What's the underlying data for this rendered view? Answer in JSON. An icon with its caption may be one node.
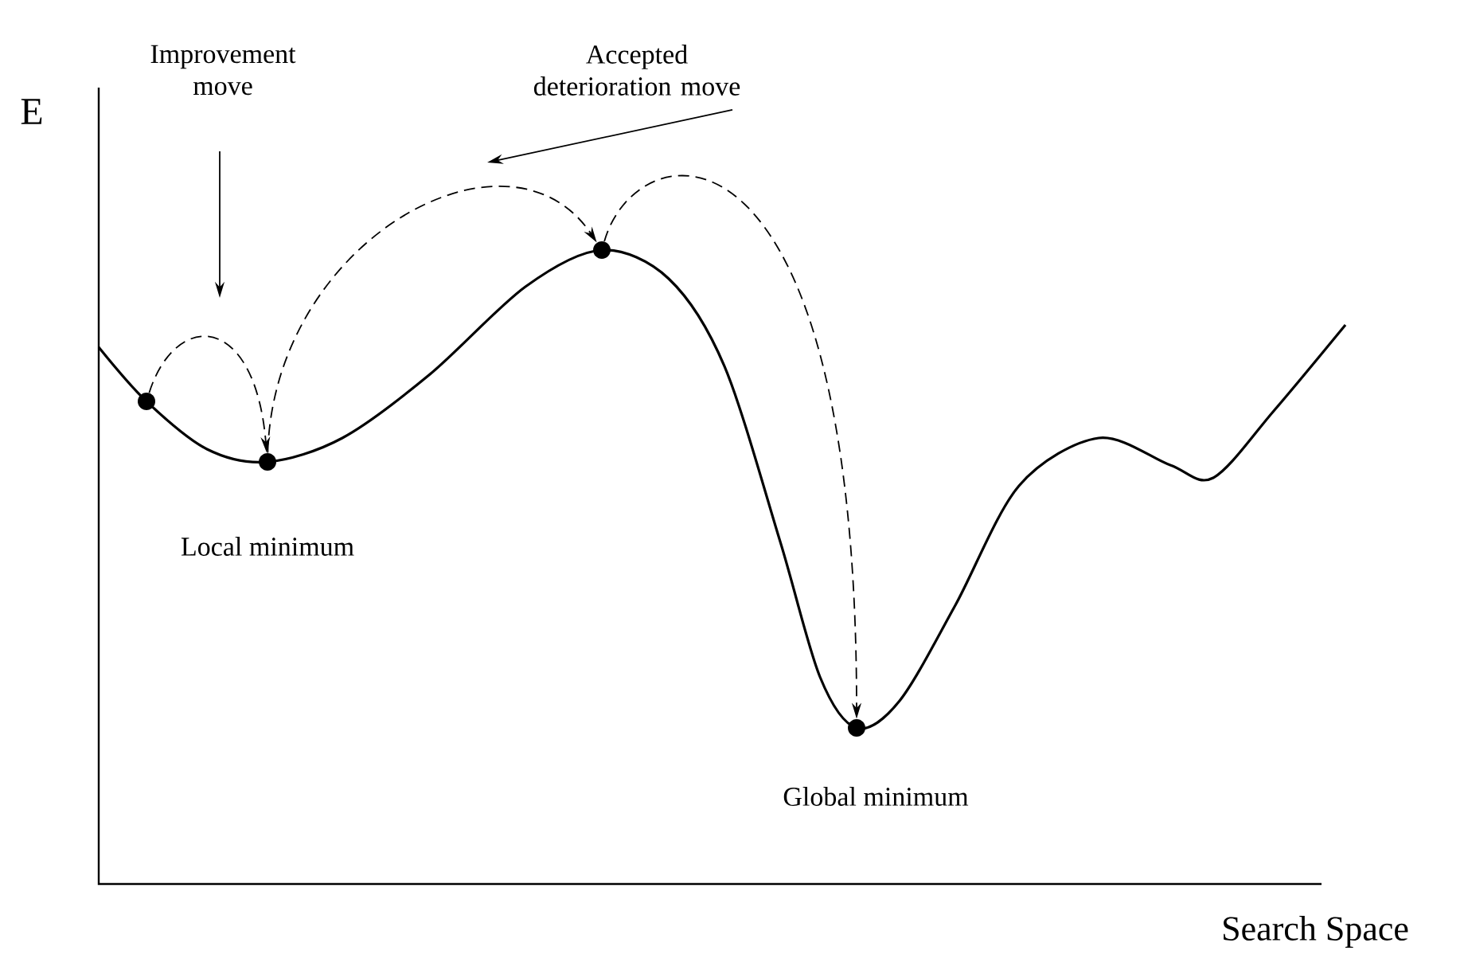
{
  "diagram": {
    "nodes": [
      {
        "text": [
          "Improvement move"
        ]
      },
      {
        "text": [
          "Accepted deterioration move"
        ]
      },
      {
        "text": [],
        "shape": "circle"
      },
      {
        "text": [],
        "shape": "circle",
        "beside": [
          "Local minimum"
        ]
      },
      {
        "text": [],
        "shape": "circle"
      },
      {
        "text": [],
        "shape": "circle",
        "beside": [
          "Global minimum"
        ]
      }
    ],
    "edges": [
      {
        "from": 0,
        "to": null,
        "arrow": "to"
      },
      {
        "from": 1,
        "to": null,
        "arrow": "to"
      },
      {
        "from": 2,
        "to": 3,
        "arrow": "to",
        "style": "dashed"
      },
      {
        "from": 3,
        "to": 4,
        "arrow": "to",
        "style": "dashed"
      },
      {
        "from": 4,
        "to": 5,
        "arrow": "to",
        "style": "dashed"
      }
    ],
    "labels": [
      "E",
      "Search Space"
    ]
  }
}
